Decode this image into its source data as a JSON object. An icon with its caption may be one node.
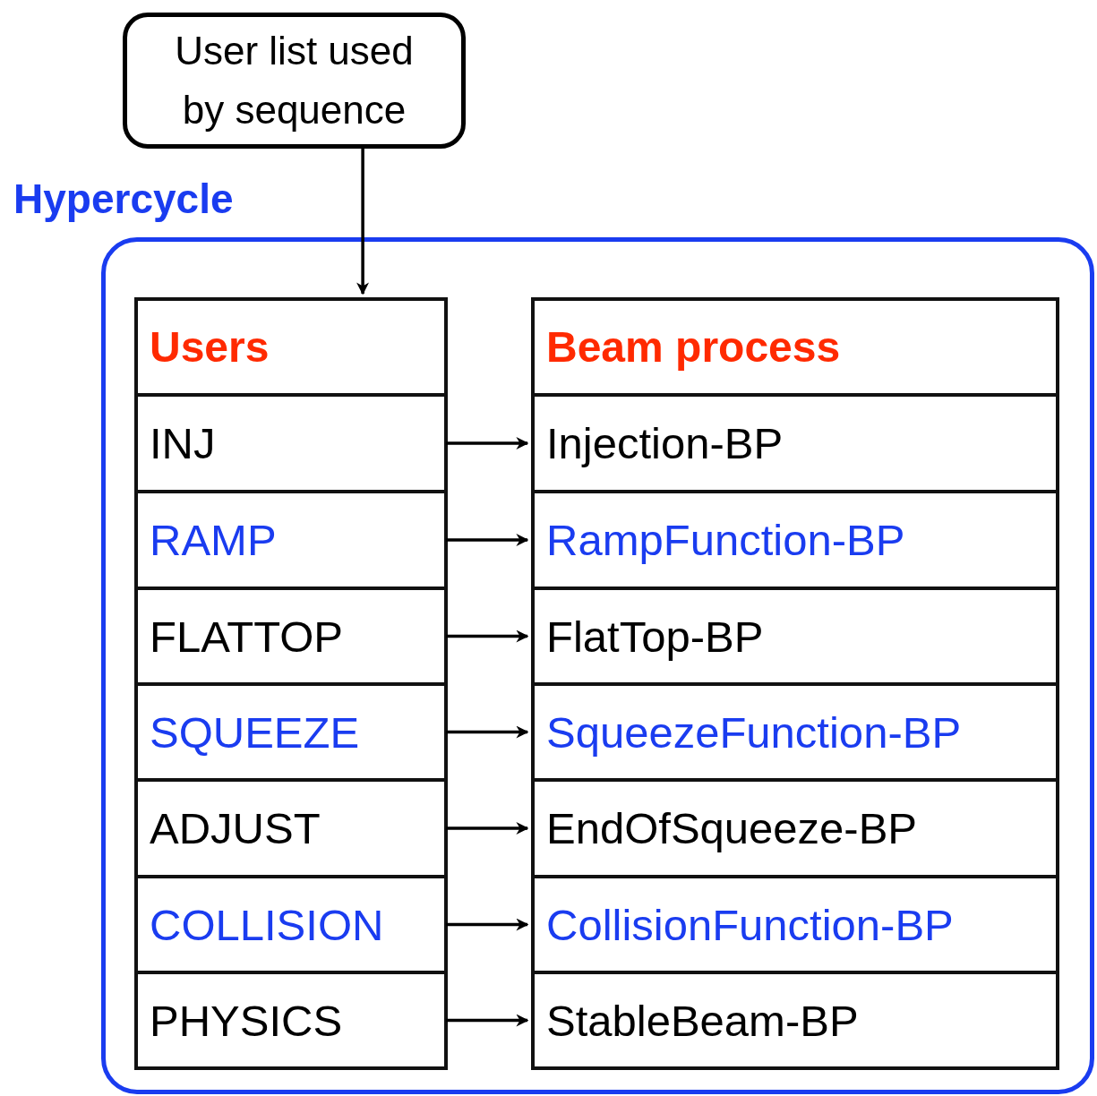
{
  "diagram": {
    "nodes": [
      {
        "text": [
          "User list used by sequence"
        ]
      },
      {
        "text": [
          "Hypercycle"
        ]
      },
      {
        "text": [
          "Users"
        ],
        "in": 1
      },
      {
        "text": [
          "Beam process"
        ],
        "in": 1
      },
      {
        "text": [
          "INJ"
        ],
        "in": 1
      },
      {
        "text": [
          "Injection-BP"
        ],
        "in": 1
      },
      {
        "text": [
          "RAMP"
        ],
        "in": 1
      },
      {
        "text": [
          "RampFunction-BP"
        ],
        "in": 1
      },
      {
        "text": [
          "FLATTOP"
        ],
        "in": 1
      },
      {
        "text": [
          "FlatTop-BP"
        ],
        "in": 1
      },
      {
        "text": [
          "SQUEEZE"
        ],
        "in": 1
      },
      {
        "text": [
          "SqueezeFunction-BP"
        ],
        "in": 1
      },
      {
        "text": [
          "ADJUST"
        ],
        "in": 1
      },
      {
        "text": [
          "EndOfSqueeze-BP"
        ],
        "in": 1
      },
      {
        "text": [
          "COLLISION"
        ],
        "in": 1
      },
      {
        "text": [
          "CollisionFunction-BP"
        ],
        "in": 1
      },
      {
        "text": [
          "PHYSICS"
        ],
        "in": 1
      },
      {
        "text": [
          "StableBeam-BP"
        ],
        "in": 1
      }
    ],
    "edges": [
      {
        "from": 0,
        "to": 2,
        "arrow": "to"
      },
      {
        "from": 4,
        "to": 5,
        "arrow": "to"
      },
      {
        "from": 6,
        "to": 7,
        "arrow": "to"
      },
      {
        "from": 8,
        "to": 9,
        "arrow": "to"
      },
      {
        "from": 10,
        "to": 11,
        "arrow": "to"
      },
      {
        "from": 12,
        "to": 13,
        "arrow": "to"
      },
      {
        "from": 14,
        "to": 15,
        "arrow": "to"
      },
      {
        "from": 16,
        "to": 17,
        "arrow": "to"
      }
    ]
  }
}
